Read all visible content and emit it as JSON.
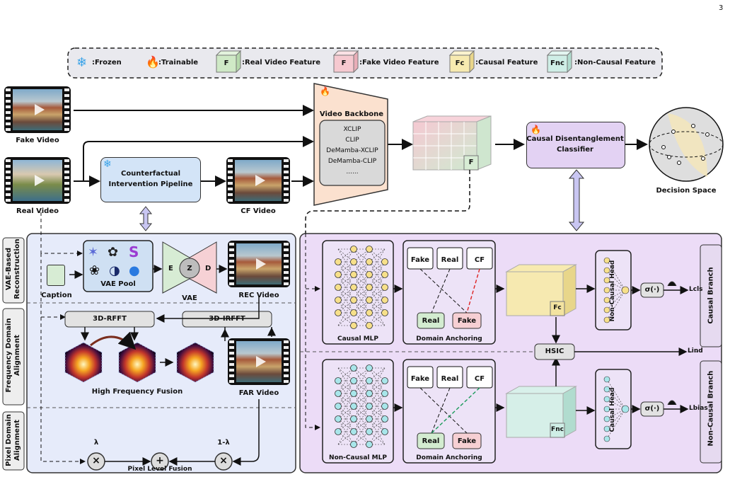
{
  "page_number": "3",
  "legend": {
    "frozen": ":Frozen",
    "trainable": ":Trainable",
    "real_feat_glyph": "F",
    "real_feat": ":Real Video Feature",
    "fake_feat_glyph": "F",
    "fake_feat": ":Fake Video Feature",
    "causal_glyph": "Fc",
    "causal": ":Causal Feature",
    "noncausal_glyph": "Fnc",
    "noncausal": ":Non-Causal Feature"
  },
  "inputs": {
    "fake_video": "Fake Video",
    "real_video": "Real Video",
    "cf_video": "CF Video"
  },
  "pipeline": {
    "title_l1": "Counterfactual",
    "title_l2": "Intervention Pipeline"
  },
  "backbone": {
    "title": "Video Backbone",
    "models": [
      "XCLIP",
      "CLIP",
      "DeMamba-XCLIP",
      "DeMamba-CLIP",
      "......"
    ]
  },
  "feature_block_label": "F",
  "classifier": {
    "title_l1": "Causal Disentanglement",
    "title_l2": "Classifier"
  },
  "decision_space": "Decision Space",
  "left_panel": {
    "sections": [
      {
        "l1": "VAE-Based",
        "l2": "Reconstruction"
      },
      {
        "l1": "Frequency Domain",
        "l2": "Alignment"
      },
      {
        "l1": "Pixel Domain",
        "l2": "Alignment"
      }
    ],
    "caption": "Caption",
    "vae_pool": "VAE Pool",
    "vae": "VAE",
    "vae_e": "E",
    "vae_z": "Z",
    "vae_d": "D",
    "rec_video": "REC Video",
    "rfft": "3D-RFFT",
    "irfft": "3D-IRFFT",
    "hff": "High Frequency Fusion",
    "far_video": "FAR Video",
    "lambda": "λ",
    "one_minus_lambda": "1-λ",
    "times": "×",
    "plus": "+",
    "pixel_fusion": "Pixel Level Fusion"
  },
  "right_panel": {
    "branches": [
      {
        "l1": "Causal Branch"
      },
      {
        "l1": "Non-Causal Branch"
      }
    ],
    "causal_mlp": "Causal MLP",
    "noncausal_mlp": "Non-Causal MLP",
    "domain_anchoring": "Domain Anchoring",
    "fake": "Fake",
    "real": "Real",
    "cf": "CF",
    "fc": "Fc",
    "fnc": "Fnc",
    "noncausal_head": "Non-Causal Head",
    "causal_head": "Causal Head",
    "sigma": "σ(·)",
    "hsic": "HSIC",
    "l_cls": "Lcls",
    "l_ind": "Lind",
    "l_bias": "Lbias"
  }
}
